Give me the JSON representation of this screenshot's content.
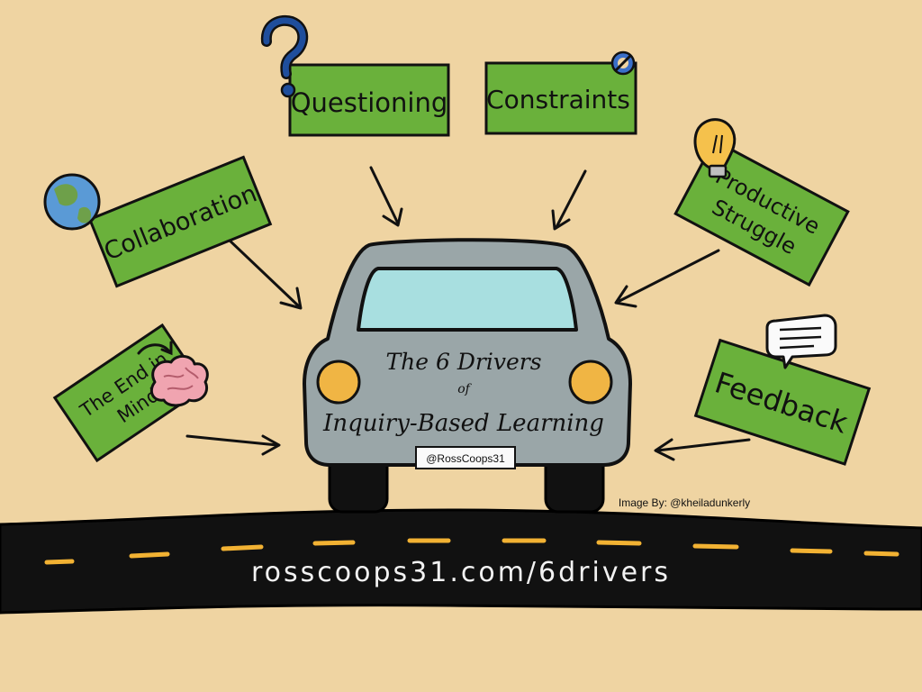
{
  "drivers": {
    "questioning": "Questioning",
    "constraints": "Constraints",
    "collaboration": "Collaboration",
    "productive_struggle_line1": "Productive",
    "productive_struggle_line2": "Struggle",
    "end_in_mind_line1": "The End in",
    "end_in_mind_line2": "Mind",
    "feedback": "Feedback"
  },
  "car": {
    "title_line1": "The 6 Drivers",
    "title_of": "of",
    "title_line2": "Inquiry-Based Learning",
    "plate": "@RossCoops31"
  },
  "credit": "Image By: @kheiladunkerly",
  "url": "rosscoops31.com/6drivers",
  "colors": {
    "background": "#efd4a2",
    "sign_green": "#6ab13b",
    "car_grey": "#9aa6a8",
    "windshield": "#a8dfe0",
    "headlight": "#f0b544",
    "road": "#111111",
    "road_dash": "#f2b233",
    "question_mark": "#1f4e9c"
  },
  "icons": [
    "question-mark-icon",
    "no-sign-icon",
    "globe-icon",
    "lightbulb-icon",
    "brain-icon",
    "speech-bubble-icon"
  ]
}
